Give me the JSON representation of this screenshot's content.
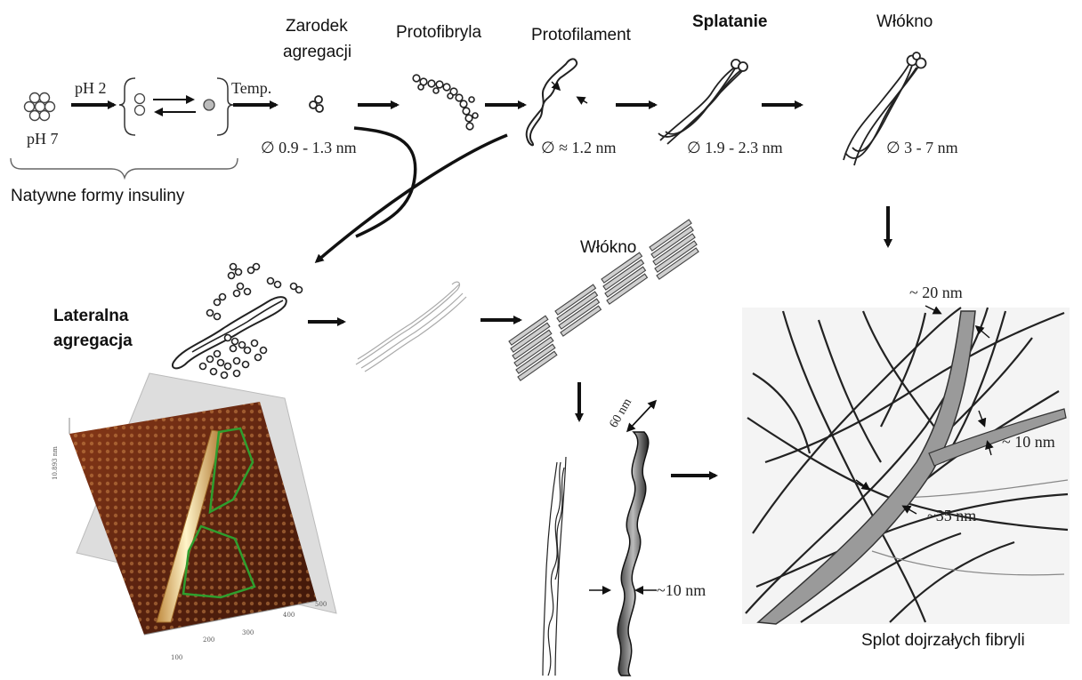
{
  "labels": {
    "seed": [
      "Zarodek",
      "agregacji"
    ],
    "protofibril": "Protofibryla",
    "protofilament": "Protofilament",
    "twisting": "Splatanie",
    "fiber_top": "Włókno",
    "fiber_mid": "Włókno",
    "native_forms": "Natywne formy insuliny",
    "lateral": [
      "Lateralna",
      "agregacja"
    ],
    "mature_tangle": "Splot dojrzałych fibryli"
  },
  "native_panel": {
    "ph7": "pH 7",
    "ph2": "pH 2",
    "temp": "Temp."
  },
  "dimensions": {
    "seed": "∅  0.9 - 1.3 nm",
    "protofilament": "∅ ≈ 1.2 nm",
    "twisting": "∅ 1.9 - 2.3 nm",
    "fiber": "∅  3 - 7 nm"
  },
  "measurements": {
    "pitch": "60 nm",
    "width_small": "~10 nm",
    "tangle_top": "~ 20 nm",
    "tangle_right": "~ 10 nm",
    "tangle_mid": "~35 nm"
  },
  "afm_ticks": [
    "100",
    "200",
    "300",
    "400",
    "500"
  ],
  "afm_axis_label": "10.893 nm",
  "colors": {
    "afm_outline": "#2e9e2e",
    "afm_background": "#6b2a12",
    "fibril_gray": "#9a9a9a"
  }
}
